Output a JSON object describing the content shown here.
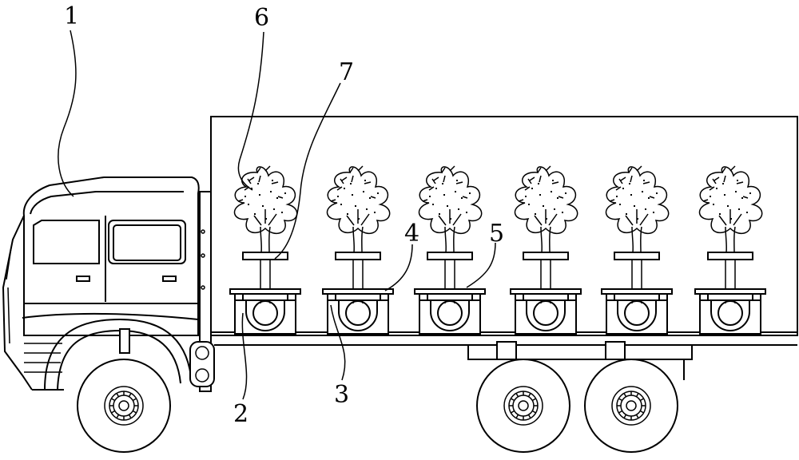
{
  "figure": {
    "labels": [
      "1",
      "2",
      "3",
      "4",
      "5",
      "6",
      "7"
    ],
    "unit_count": 6,
    "colors": {
      "line": "#000000",
      "background": "#ffffff"
    },
    "parts": [
      "cab",
      "cargo-box",
      "wheel",
      "seedling-tree",
      "pot-holder",
      "support-base"
    ]
  }
}
